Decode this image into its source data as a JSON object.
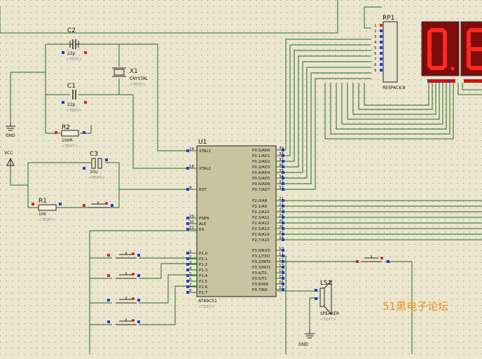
{
  "watermark": "51黑电子论坛",
  "chip": {
    "ref": "U1",
    "part": "AT89C51",
    "text_tag": "<TEXT>",
    "left_pins": [
      {
        "num": "19",
        "name": "XTAL1"
      },
      {
        "num": "18",
        "name": "XTAL2"
      },
      {
        "num": "9",
        "name": "RST"
      },
      {
        "num": "29",
        "name": "PSEN"
      },
      {
        "num": "30",
        "name": "ALE"
      },
      {
        "num": "31",
        "name": "EA"
      },
      {
        "num": "1",
        "name": "P1.0"
      },
      {
        "num": "2",
        "name": "P1.1"
      },
      {
        "num": "3",
        "name": "P1.2"
      },
      {
        "num": "4",
        "name": "P1.3"
      },
      {
        "num": "5",
        "name": "P1.4"
      },
      {
        "num": "6",
        "name": "P1.5"
      },
      {
        "num": "7",
        "name": "P1.6"
      },
      {
        "num": "8",
        "name": "P1.7"
      }
    ],
    "right_pins": [
      {
        "num": "39",
        "name": "P0.0/AD0"
      },
      {
        "num": "38",
        "name": "P0.1/AD1"
      },
      {
        "num": "37",
        "name": "P0.2/AD2"
      },
      {
        "num": "36",
        "name": "P0.3/AD3"
      },
      {
        "num": "35",
        "name": "P0.4/AD4"
      },
      {
        "num": "34",
        "name": "P0.5/AD5"
      },
      {
        "num": "33",
        "name": "P0.6/AD6"
      },
      {
        "num": "32",
        "name": "P0.7/AD7"
      },
      {
        "num": "21",
        "name": "P2.0/A8"
      },
      {
        "num": "22",
        "name": "P2.1/A9"
      },
      {
        "num": "23",
        "name": "P2.2/A10"
      },
      {
        "num": "24",
        "name": "P2.3/A11"
      },
      {
        "num": "25",
        "name": "P2.4/A12"
      },
      {
        "num": "26",
        "name": "P2.5/A13"
      },
      {
        "num": "27",
        "name": "P2.6/A14"
      },
      {
        "num": "28",
        "name": "P2.7/A15"
      },
      {
        "num": "10",
        "name": "P3.0/RXD"
      },
      {
        "num": "11",
        "name": "P3.1/TXD"
      },
      {
        "num": "12",
        "name": "P3.2/INT0"
      },
      {
        "num": "13",
        "name": "P3.3/INT1"
      },
      {
        "num": "14",
        "name": "P3.4/T0"
      },
      {
        "num": "15",
        "name": "P3.5/T1"
      },
      {
        "num": "16",
        "name": "P3.6/WR"
      },
      {
        "num": "17",
        "name": "P3.7/RD"
      }
    ]
  },
  "components": {
    "c2": {
      "ref": "C2",
      "value": "22p",
      "tag": "<TEXT>"
    },
    "c1": {
      "ref": "C1",
      "value": "22p",
      "tag": "<TEXT>"
    },
    "x1": {
      "ref": "X1",
      "value": "CRYSTAL",
      "tag": "<TEXT>"
    },
    "r2": {
      "ref": "R2",
      "value": "100R",
      "tag": "<TEXT>"
    },
    "c3": {
      "ref": "C3",
      "value": "10u",
      "tag": "<TEXT>"
    },
    "r1": {
      "ref": "R1",
      "value": "10k",
      "tag": "<TEXT>"
    },
    "rp1": {
      "ref": "RP1",
      "value": "RESPACK-8",
      "pins": [
        "1",
        "2",
        "3",
        "4",
        "5",
        "6",
        "7",
        "8",
        "9"
      ]
    },
    "ls1": {
      "ref": "LS1",
      "value": "SPEAKER",
      "tag": "<TEXT>"
    },
    "gnd_left": "GND",
    "gnd_bottom": "GND",
    "vcc": "VCC"
  }
}
